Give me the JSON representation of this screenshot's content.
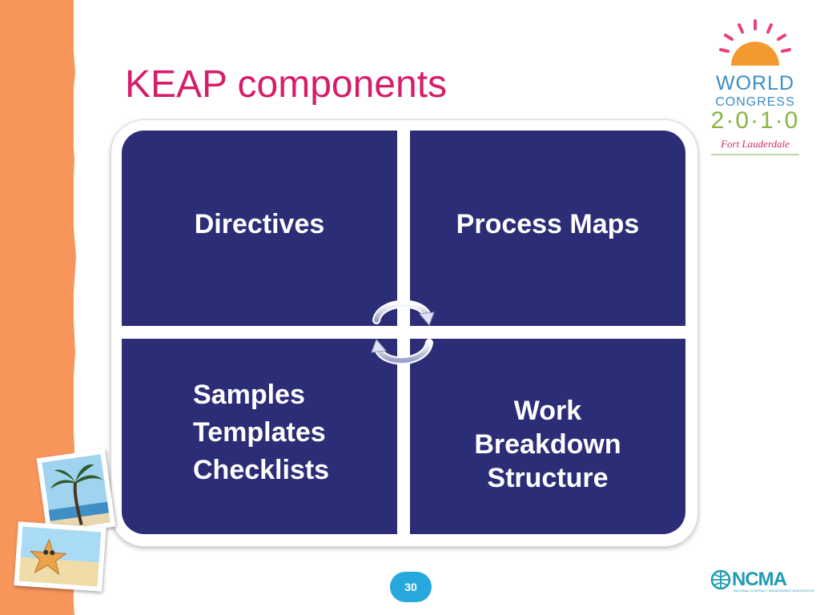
{
  "slide": {
    "title": "KEAP components",
    "page_number": "30"
  },
  "logo": {
    "line1": "WORLD",
    "line2": "CONGRESS",
    "line3": "2·0·1·0",
    "line4": "Fort Lauderdale"
  },
  "matrix": {
    "top_left": "Directives",
    "top_right": "Process Maps",
    "bottom_left": [
      "Samples",
      "Templates",
      "Checklists"
    ],
    "bottom_right": [
      "Work",
      "Breakdown",
      "Structure"
    ]
  },
  "footer": {
    "org_logo": "NCMA",
    "org_tagline": "NATIONAL CONTRACT MANAGEMENT ASSOCIATION"
  },
  "colors": {
    "accent_title": "#d61d6a",
    "quad_fill": "#2c2d77",
    "side_strip": "#f7955b",
    "page_badge": "#26a8dc"
  },
  "icons": {
    "center": "cycle-arrows-icon",
    "sun": "sun-icon"
  }
}
